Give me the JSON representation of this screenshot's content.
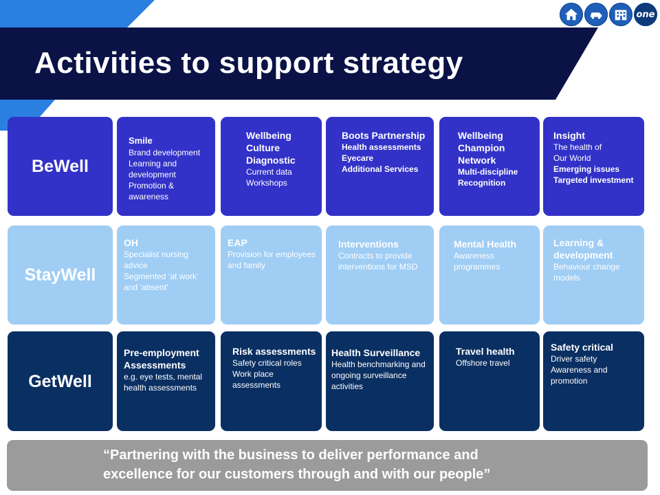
{
  "title": "Activities to support strategy",
  "header_icons": [
    "home-icon",
    "car-icon",
    "building-icon",
    "one-logo"
  ],
  "logo_text": "one",
  "colors": {
    "header": "#0a1246",
    "accent": "#1e6fd9",
    "bewell": "#3232c8",
    "staywell": "#9fcdf4",
    "getwell": "#0a2f62",
    "banner": "#9b9b9b"
  },
  "rows": {
    "bewell": {
      "label": "BeWell",
      "tiles": [
        {
          "heading": "Smile",
          "lines": [
            "Brand development",
            "Learning and development",
            "Promotion & awareness"
          ]
        },
        {
          "heading": "Wellbeing Culture Diagnostic",
          "lines": [
            "Current data",
            "Workshops"
          ]
        },
        {
          "heading": "Boots Partnership",
          "lines": [
            "Health assessments",
            "Eyecare",
            "Additional Services"
          ]
        },
        {
          "heading": "Wellbeing Champion Network",
          "lines": [
            "Multi-discipline",
            "Recognition"
          ]
        },
        {
          "heading": "Insight",
          "lines": [
            "The health of Our World",
            "Emerging issues",
            "Targeted investment"
          ]
        }
      ]
    },
    "staywell": {
      "label": "StayWell",
      "tiles": [
        {
          "heading": "OH",
          "lines": [
            "Specialist nursing advice",
            "Segmented ‘at work’ and ‘absent’"
          ]
        },
        {
          "heading": "EAP",
          "lines": [
            "Provision for employees and family"
          ]
        },
        {
          "heading": "Interventions",
          "lines": [
            "Contracts to provide interventions for MSD"
          ]
        },
        {
          "heading": "Mental Health",
          "lines": [
            "Awareness programmes"
          ]
        },
        {
          "heading": "Learning & development",
          "lines": [
            "Behaviour change models"
          ]
        }
      ]
    },
    "getwell": {
      "label": "GetWell",
      "tiles": [
        {
          "heading": "Pre-employment Assessments",
          "lines": [
            "e.g. eye tests, mental health assessments"
          ]
        },
        {
          "heading": "Risk assessments",
          "lines": [
            "Safety critical roles",
            "Work place assessments"
          ]
        },
        {
          "heading": "Health Surveillance",
          "lines": [
            "Health benchmarking and ongoing surveillance activities"
          ]
        },
        {
          "heading": "Travel health",
          "lines": [
            "Offshore travel"
          ]
        },
        {
          "heading": "Safety critical",
          "lines": [
            "Driver safety",
            "Awareness and promotion"
          ]
        }
      ]
    }
  },
  "banner": {
    "line1": "“Partnering with the business to deliver performance and",
    "line2": "excellence for our customers through and with our people”"
  }
}
